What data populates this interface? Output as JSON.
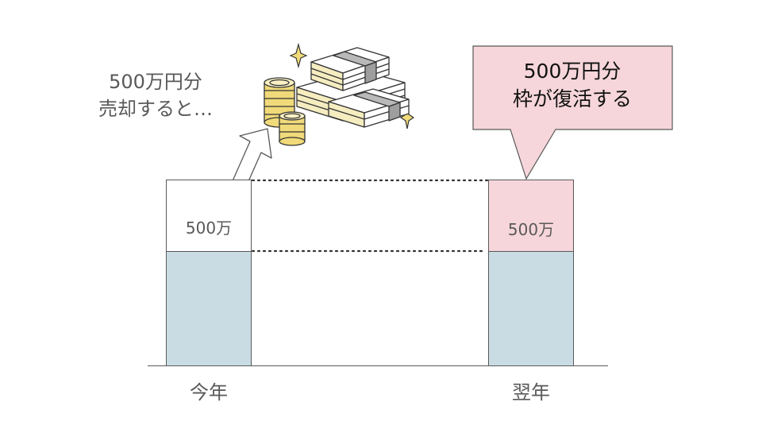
{
  "sell_caption": {
    "line1": "500万円分",
    "line2": "売却すると…"
  },
  "callout": {
    "line1": "500万円分",
    "line2": "枠が復活する"
  },
  "columns": {
    "this_year": {
      "label": "今年",
      "top_segment_label": "500万"
    },
    "next_year": {
      "label": "翌年",
      "top_segment_label": "500万"
    }
  },
  "colors": {
    "base_segment": "#c9dce4",
    "restored_segment": "#f6d6da",
    "callout_fill": "#f6d6da",
    "outline": "#595959",
    "coin_gold": "#f0da7a"
  },
  "icons": [
    "money-stack-icon",
    "coins-icon",
    "sparkle-icon",
    "up-arrow-icon"
  ]
}
